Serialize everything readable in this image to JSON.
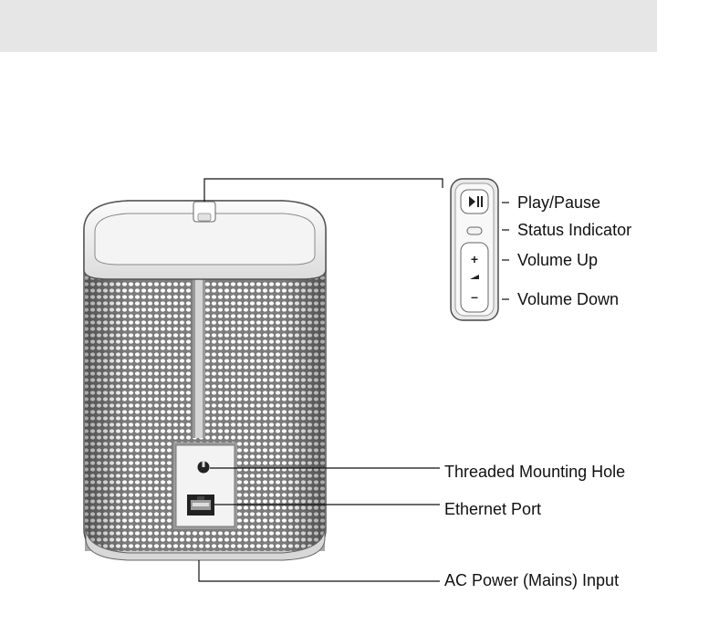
{
  "banner": {
    "color": "#e6e6e6"
  },
  "device": {
    "name_icon": "speaker-rear-view-illustration",
    "control_icons": {
      "play_pause": "play-pause-icon",
      "status": "status-light-icon",
      "volume_up": "plus-icon",
      "volume_down": "minus-icon"
    }
  },
  "callouts": {
    "play_pause": "Play/Pause",
    "status_indicator": "Status Indicator",
    "volume_up": "Volume Up",
    "volume_down": "Volume Down",
    "threaded_mounting_hole": "Threaded Mounting Hole",
    "ethernet_port": "Ethernet Port",
    "ac_power": "AC Power (Mains) Input"
  },
  "colors": {
    "line": "#111111",
    "grille": "#8c8c8c",
    "body": "#f2f2f2"
  }
}
